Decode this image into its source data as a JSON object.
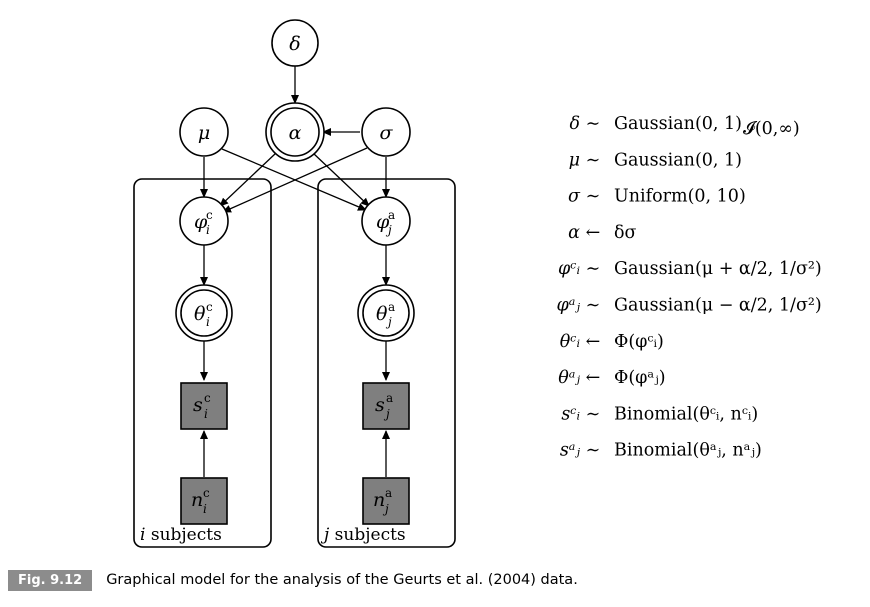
{
  "nodes": {
    "delta": {
      "main": "δ",
      "sup": "",
      "sub": ""
    },
    "mu": {
      "main": "μ",
      "sup": "",
      "sub": ""
    },
    "alpha": {
      "main": "α",
      "sup": "",
      "sub": ""
    },
    "sigma": {
      "main": "σ",
      "sup": "",
      "sub": ""
    },
    "phi_c": {
      "main": "φ",
      "sup": "c",
      "sub": "i"
    },
    "phi_a": {
      "main": "φ",
      "sup": "a",
      "sub": "j"
    },
    "theta_c": {
      "main": "θ",
      "sup": "c",
      "sub": "i"
    },
    "theta_a": {
      "main": "θ",
      "sup": "a",
      "sub": "j"
    },
    "s_c": {
      "main": "s",
      "sup": "c",
      "sub": "i"
    },
    "s_a": {
      "main": "s",
      "sup": "a",
      "sub": "j"
    },
    "n_c": {
      "main": "n",
      "sup": "c",
      "sub": "i"
    },
    "n_a": {
      "main": "n",
      "sup": "a",
      "sub": "j"
    }
  },
  "plates": {
    "left": {
      "var": "i",
      "label": " subjects"
    },
    "right": {
      "var": "j",
      "label": " subjects"
    }
  },
  "equations": [
    {
      "lhs": "δ",
      "op": "∼",
      "rhs": "Gaussian(0, 1)",
      "rhs_sub": "𝓘(0,∞)"
    },
    {
      "lhs": "μ",
      "op": "∼",
      "rhs": "Gaussian(0, 1)",
      "rhs_sub": ""
    },
    {
      "lhs": "σ",
      "op": "∼",
      "rhs": "Uniform(0, 10)",
      "rhs_sub": ""
    },
    {
      "lhs": "α",
      "op": "←",
      "rhs": "δσ",
      "rhs_sub": ""
    },
    {
      "lhs": "φᶜᵢ",
      "op": "∼",
      "rhs": "Gaussian(μ + α/2, 1/σ²)",
      "rhs_sub": ""
    },
    {
      "lhs": "φᵃⱼ",
      "op": "∼",
      "rhs": "Gaussian(μ − α/2, 1/σ²)",
      "rhs_sub": ""
    },
    {
      "lhs": "θᶜᵢ",
      "op": "←",
      "rhs": "Φ(φᶜᵢ)",
      "rhs_sub": ""
    },
    {
      "lhs": "θᵃⱼ",
      "op": "←",
      "rhs": "Φ(φᵃⱼ)",
      "rhs_sub": ""
    },
    {
      "lhs": "sᶜᵢ",
      "op": "∼",
      "rhs": "Binomial(θᶜᵢ, nᶜᵢ)",
      "rhs_sub": ""
    },
    {
      "lhs": "sᵃⱼ",
      "op": "∼",
      "rhs": "Binomial(θᵃⱼ, nᵃⱼ)",
      "rhs_sub": ""
    }
  ],
  "caption": {
    "badge": "Fig. 9.12",
    "text": "Graphical model for the analysis of the Geurts et al. (2004) data."
  },
  "colors": {
    "observed_fill": "#7f7f7f",
    "badge_bg": "#8c8c8c"
  }
}
